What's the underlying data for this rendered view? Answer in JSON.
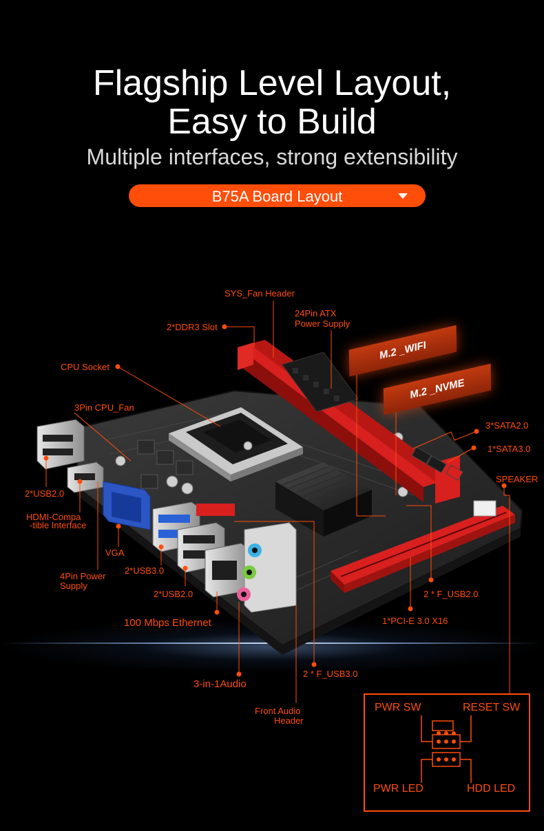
{
  "header": {
    "title_line1": "Flagship Level Layout,",
    "title_line2": "Easy to Build",
    "subtitle": "Multiple interfaces, strong extensibility",
    "board_layout_selector": "B75A Board Layout"
  },
  "tags": {
    "wifi": "M.2 _WIFI",
    "nvme": "M.2 _NVME"
  },
  "callouts": {
    "sys_fan_header": "SYS_Fan Header",
    "ddr3_slot": "2*DDR3 Slot",
    "atx_power_line1": "24Pin ATX",
    "atx_power_line2": "Power Supply",
    "cpu_socket": "CPU Socket",
    "cpu_fan": "3Pin CPU_Fan",
    "sata2": "3*SATA2.0",
    "sata3": "1*SATA3.0",
    "speaker": "SPEAKER",
    "usb2_rear": "2*USB2.0",
    "hdmi_line1": "HDMI-Compa",
    "hdmi_line2": "-tible Interface",
    "vga": "VGA",
    "power4pin_line1": "4Pin Power",
    "power4pin_line2": "Supply",
    "usb3_rear": "2*USB3.0",
    "usb2_rear2": "2*USB2.0",
    "ethernet": "100 Mbps Ethernet",
    "audio": "3-in-1Audio",
    "front_audio_line1": "Front Audio",
    "front_audio_line2": "Header",
    "f_usb3": "2 * F_USB3.0",
    "pcie": "1*PCI-E 3.0 X16",
    "f_usb2": "2 * F_USB2.0"
  },
  "front_panel": {
    "pwr_sw": "PWR SW",
    "reset_sw": "RESET SW",
    "pwr_led": "PWR LED",
    "hdd_led": "HDD  LED"
  },
  "colors": {
    "accent": "#ff4d0a",
    "background": "#000000",
    "pcb": "#2a2a2a",
    "dimm_red": "#d8201f"
  }
}
